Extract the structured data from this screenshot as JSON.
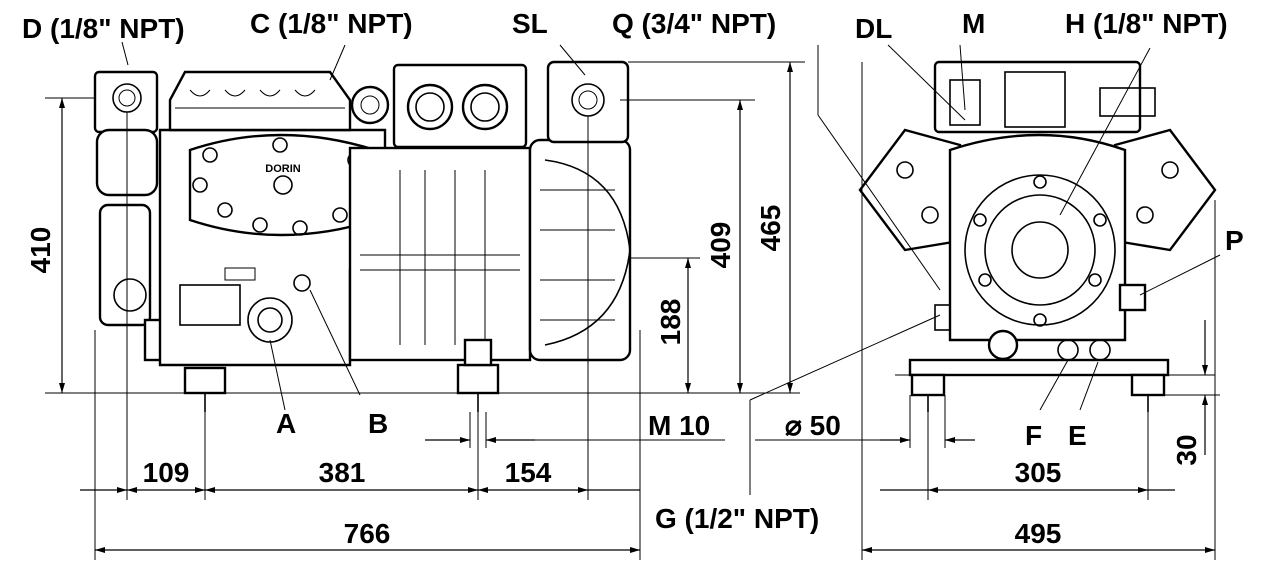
{
  "ports": {
    "D": "D (1/8\" NPT)",
    "C": "C (1/8\" NPT)",
    "SL": "SL",
    "Q": "Q (3/4\" NPT)",
    "DL": "DL",
    "M": "M",
    "H": "H (1/8\" NPT)",
    "P": "P",
    "A": "A",
    "B": "B",
    "F": "F",
    "E": "E",
    "G": "G (1/2\" NPT)"
  },
  "side_view": {
    "height_overall": "410",
    "height_suction": "465",
    "height_discharge": "409",
    "height_center": "188",
    "bolt": "M 10",
    "length_front": "109",
    "foot_spacing": "381",
    "length_rear": "154",
    "length_overall": "766"
  },
  "end_view": {
    "hole_diameter": "⌀ 50",
    "foot_height": "30",
    "foot_spacing": "305",
    "width_overall": "495"
  },
  "brand": "DORIN"
}
